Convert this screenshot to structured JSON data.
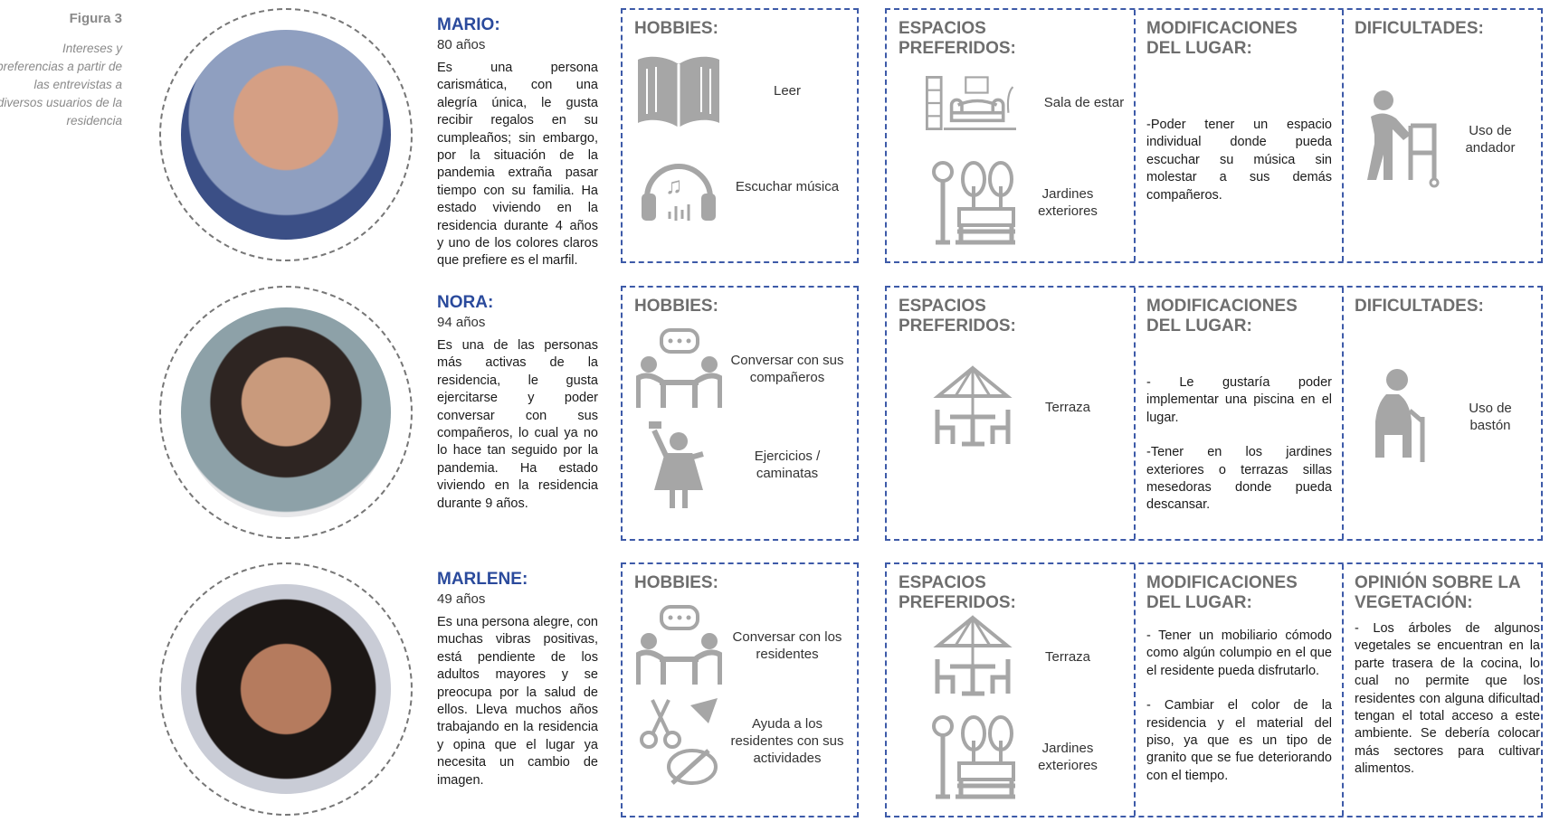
{
  "figure": {
    "title": "Figura 3",
    "caption": "Intereses y preferencias a partir de las entrevistas a diversos usuarios de la residencia"
  },
  "colors": {
    "accent": "#2a4a9c",
    "border": "#3d5aa8",
    "icon": "#a6a6a6"
  },
  "headings": {
    "hobbies": "HOBBIES:",
    "espacios": "ESPACIOS PREFERIDOS:",
    "modificaciones": "MODIFICACIONES DEL LUGAR:",
    "dificultades": "DIFICULTADES:",
    "opinion": "OPINIÓN SOBRE LA VEGETACIÓN:"
  },
  "people": [
    {
      "name": "MARIO:",
      "age": "80 años",
      "description": "Es una persona carismática, con una alegría única, le gusta recibir regalos en su cumpleaños; sin embargo, por la situación de la pandemia extraña pasar tiempo con su familia. Ha estado viviendo en la residencia durante 4 años y uno de los colores claros que prefiere es el marfil.",
      "hobbies": [
        {
          "icon": "book-icon",
          "label": "Leer"
        },
        {
          "icon": "headphones-music-icon",
          "label": "Escuchar música"
        }
      ],
      "spaces": [
        {
          "icon": "living-room-icon",
          "label": "Sala de estar"
        },
        {
          "icon": "garden-icon",
          "label": "Jardines exteriores"
        }
      ],
      "modifications": [
        "-Poder tener un espacio individual donde pueda escuchar su música sin molestar a sus demás compañeros."
      ],
      "last": {
        "icon": "walker-icon",
        "label": "Uso de andador"
      }
    },
    {
      "name": "NORA:",
      "age": "94 años",
      "description": "Es una de las personas más activas de la residencia, le gusta ejercitarse y poder conversar con sus compañeros, lo cual ya no lo hace tan seguido por la pandemia. Ha estado viviendo en la residencia durante 9 años.",
      "hobbies": [
        {
          "icon": "conversation-icon",
          "label": "Conversar con sus compañeros"
        },
        {
          "icon": "exercise-icon",
          "label": "Ejercicios / caminatas"
        }
      ],
      "spaces": [
        {
          "icon": "terrace-icon",
          "label": "Terraza"
        }
      ],
      "modifications": [
        "- Le gustaría poder implementar una piscina en el lugar.",
        "-Tener en los jardines exteriores o terrazas sillas mesedoras donde pueda descansar."
      ],
      "last": {
        "icon": "cane-icon",
        "label": "Uso de bastón"
      }
    },
    {
      "name": "MARLENE:",
      "age": "49 años",
      "description": "Es una persona alegre, con muchas vibras positivas, está pendiente de los adultos mayores y se preocupa por la salud de ellos. Lleva muchos años trabajando en la residencia y opina que el lugar ya necesita un cambio de imagen.",
      "hobbies": [
        {
          "icon": "conversation-icon",
          "label": "Conversar con los residentes"
        },
        {
          "icon": "crafts-icon",
          "label": "Ayuda a los residentes con sus actividades"
        }
      ],
      "spaces": [
        {
          "icon": "terrace-icon",
          "label": "Terraza"
        },
        {
          "icon": "garden-icon",
          "label": "Jardines exteriores"
        }
      ],
      "modifications": [
        "- Tener un mobiliario cómodo como algún columpio en el que el residente pueda disfrutarlo.",
        "- Cambiar el color de la residencia y el material del piso, ya que es un tipo de granito que se fue deteriorando con el tiempo."
      ],
      "opinion": "- Los árboles de algunos vegetales se encuentran en la parte trasera de la cocina, lo cual no permite que los residentes con alguna dificultad tengan el total acceso a este ambiente. Se debería colocar más sectores para cultivar alimentos."
    }
  ]
}
